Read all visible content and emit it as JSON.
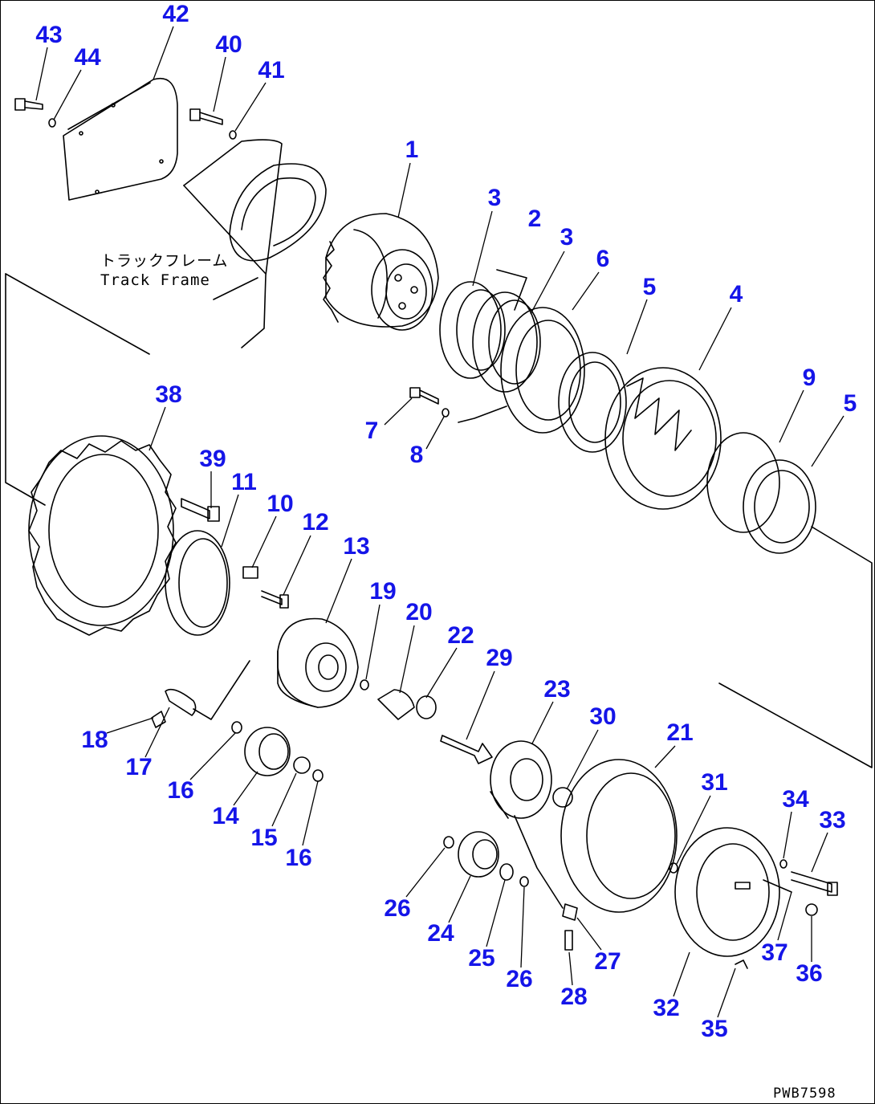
{
  "labels": {
    "p1": "1",
    "p2": "2",
    "p3a": "3",
    "p3b": "3",
    "p4": "4",
    "p5a": "5",
    "p5b": "5",
    "p6": "6",
    "p7": "7",
    "p8": "8",
    "p9": "9",
    "p10": "10",
    "p11": "11",
    "p12": "12",
    "p13": "13",
    "p14": "14",
    "p15": "15",
    "p16a": "16",
    "p16b": "16",
    "p17": "17",
    "p18": "18",
    "p19": "19",
    "p20": "20",
    "p21": "21",
    "p22": "22",
    "p23": "23",
    "p24": "24",
    "p25": "25",
    "p26a": "26",
    "p26b": "26",
    "p27": "27",
    "p28": "28",
    "p29": "29",
    "p30": "30",
    "p31": "31",
    "p32": "32",
    "p33": "33",
    "p34": "34",
    "p35": "35",
    "p36": "36",
    "p37": "37",
    "p38": "38",
    "p39": "39",
    "p40": "40",
    "p41": "41",
    "p42": "42",
    "p43": "43",
    "p44": "44"
  },
  "notes": {
    "track_frame_jp": "トラックフレーム",
    "track_frame_en": "Track Frame",
    "drawing_code": "PWB7598"
  },
  "colors": {
    "label": "#1515e8",
    "line": "#000000",
    "background": "#ffffff"
  }
}
